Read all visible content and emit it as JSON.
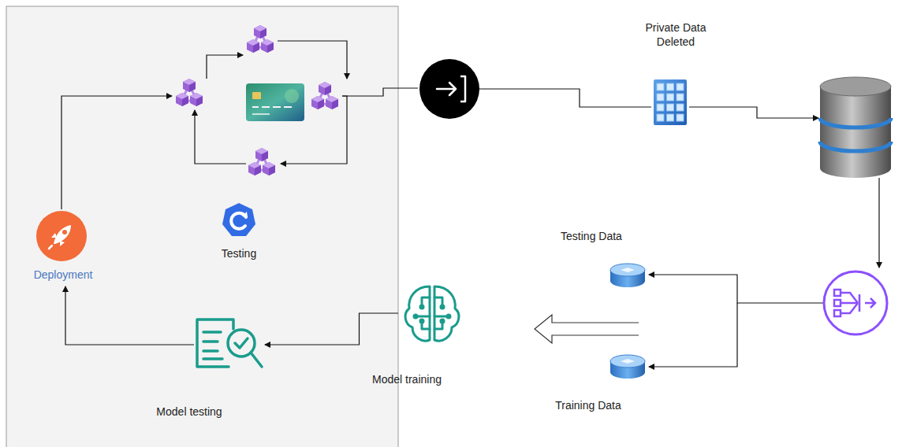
{
  "diagram": {
    "nodes": [
      {
        "text": [
          "Private Data Deleted"
        ]
      },
      {
        "text": [
          "Deployment"
        ]
      },
      {
        "text": [
          "Testing"
        ]
      },
      {
        "text": [
          "Testing Data"
        ]
      },
      {
        "text": [
          "Model training"
        ]
      },
      {
        "text": [
          "Training Data"
        ]
      },
      {
        "text": [
          "Model testing"
        ]
      }
    ],
    "edges": [
      {
        "from": 4,
        "to": 6,
        "arrow": "to"
      },
      {
        "from": 6,
        "to": 1,
        "arrow": "to"
      }
    ]
  }
}
